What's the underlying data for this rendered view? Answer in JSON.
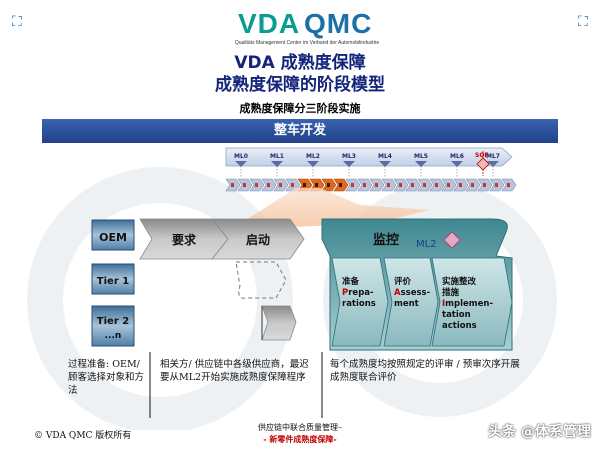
{
  "header": {
    "logo_vda": "VDA",
    "logo_qmc": "QMC",
    "logo_sub": "Qualitäts Management Center im Verband der Automobilindustrie",
    "title_line1": "VDA 成熟度保障",
    "title_line2": "成熟度保障的阶段模型",
    "subtitle": "成熟度保障分三阶段实施"
  },
  "band_label": "整车开发",
  "milestones": [
    "ML0",
    "ML1",
    "ML2",
    "ML3",
    "ML4",
    "ML5",
    "ML6",
    "ML7"
  ],
  "sop_label": "SOP",
  "phases": {
    "requirement": "要求",
    "startup": "启动",
    "monitor": "监控",
    "monitor_ml": "ML2"
  },
  "tiers": [
    "OEM",
    "Tier 1",
    "Tier 2",
    "...n"
  ],
  "monitor_steps": [
    {
      "zh": "准备",
      "initial": "P",
      "rest": "repa-",
      "line2": "rations"
    },
    {
      "zh": "评价",
      "initial": "A",
      "rest": "ssess-",
      "line2": "ment"
    },
    {
      "zh": "实施整改",
      "zh2": "措施",
      "initial": "I",
      "rest": "mplemen-",
      "line2": "tation",
      "line3": "actions"
    }
  ],
  "descriptions": {
    "col1": "过程准备: OEM/ 顾客选择对象和方法",
    "col2": "相关方/ 供应链中各级供应商，最迟要从ML2开始实施成熟度保障程序",
    "col3": "每个成熟度均按照规定的评审 / 预审次序开展成熟度联合评价"
  },
  "footer": {
    "copyright": "© VDA QMC 版权所有",
    "center_line1": "供应链中联合质量管理–",
    "center_line2": "- 新零件成熟度保障-",
    "watermark": "头条 @体系管理"
  },
  "colors": {
    "title": "#13257a",
    "band": "#2a4e98",
    "teal": "#5f9fa6",
    "orange": "#e06a1b",
    "accent_red": "#c00000"
  }
}
